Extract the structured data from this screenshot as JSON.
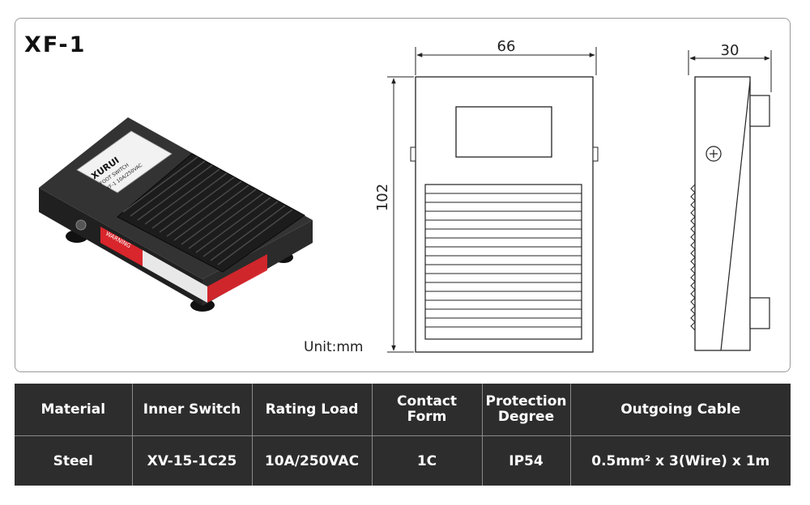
{
  "product": {
    "model": "XF-1",
    "unit_label": "Unit:mm",
    "dimensions": {
      "width": "66",
      "height": "102",
      "depth": "30"
    },
    "photo_label": {
      "brand": "XURUI",
      "line1": "FOOT SWITCH",
      "line2": "XF-1  10A/250VAC",
      "warning": "WARNING"
    }
  },
  "colors": {
    "table_bg": "#2d2d2d",
    "warning_red": "#d8262c",
    "pedal_black": "#1c1c1c"
  },
  "specs": {
    "headers": [
      "Material",
      "Inner Switch",
      "Rating Load",
      "Contact Form",
      "Protection Degree",
      "Outgoing Cable"
    ],
    "values": [
      "Steel",
      "XV-15-1C25",
      "10A/250VAC",
      "1C",
      "IP54",
      "0.5mm² x 3(Wire) x 1m"
    ]
  }
}
